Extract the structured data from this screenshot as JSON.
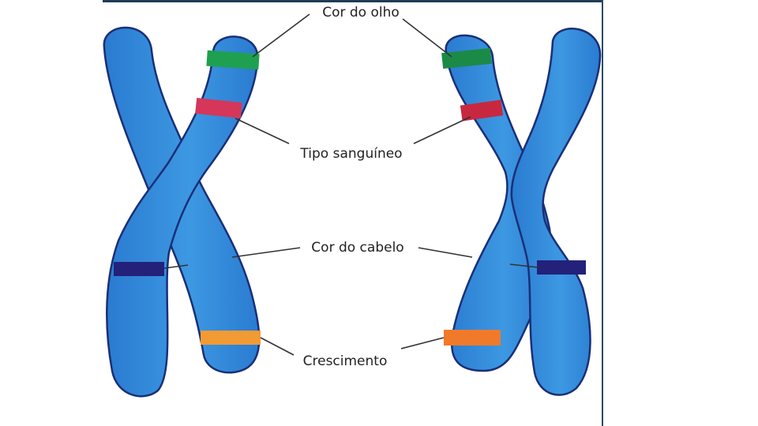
{
  "labels": {
    "eye_color": "Cor do olho",
    "blood_type": "Tipo sanguíneo",
    "hair_color": "Cor do cabelo",
    "growth": "Crescimento"
  },
  "colors": {
    "chromosome_fill": "#2f86d6",
    "chromosome_light": "#4aa3e6",
    "chromosome_outline": "#1a2f78",
    "eye_band": "#1fa050",
    "blood_band": "#d6365a",
    "hair_band": "#23217a",
    "growth_band": "#f29a33"
  }
}
